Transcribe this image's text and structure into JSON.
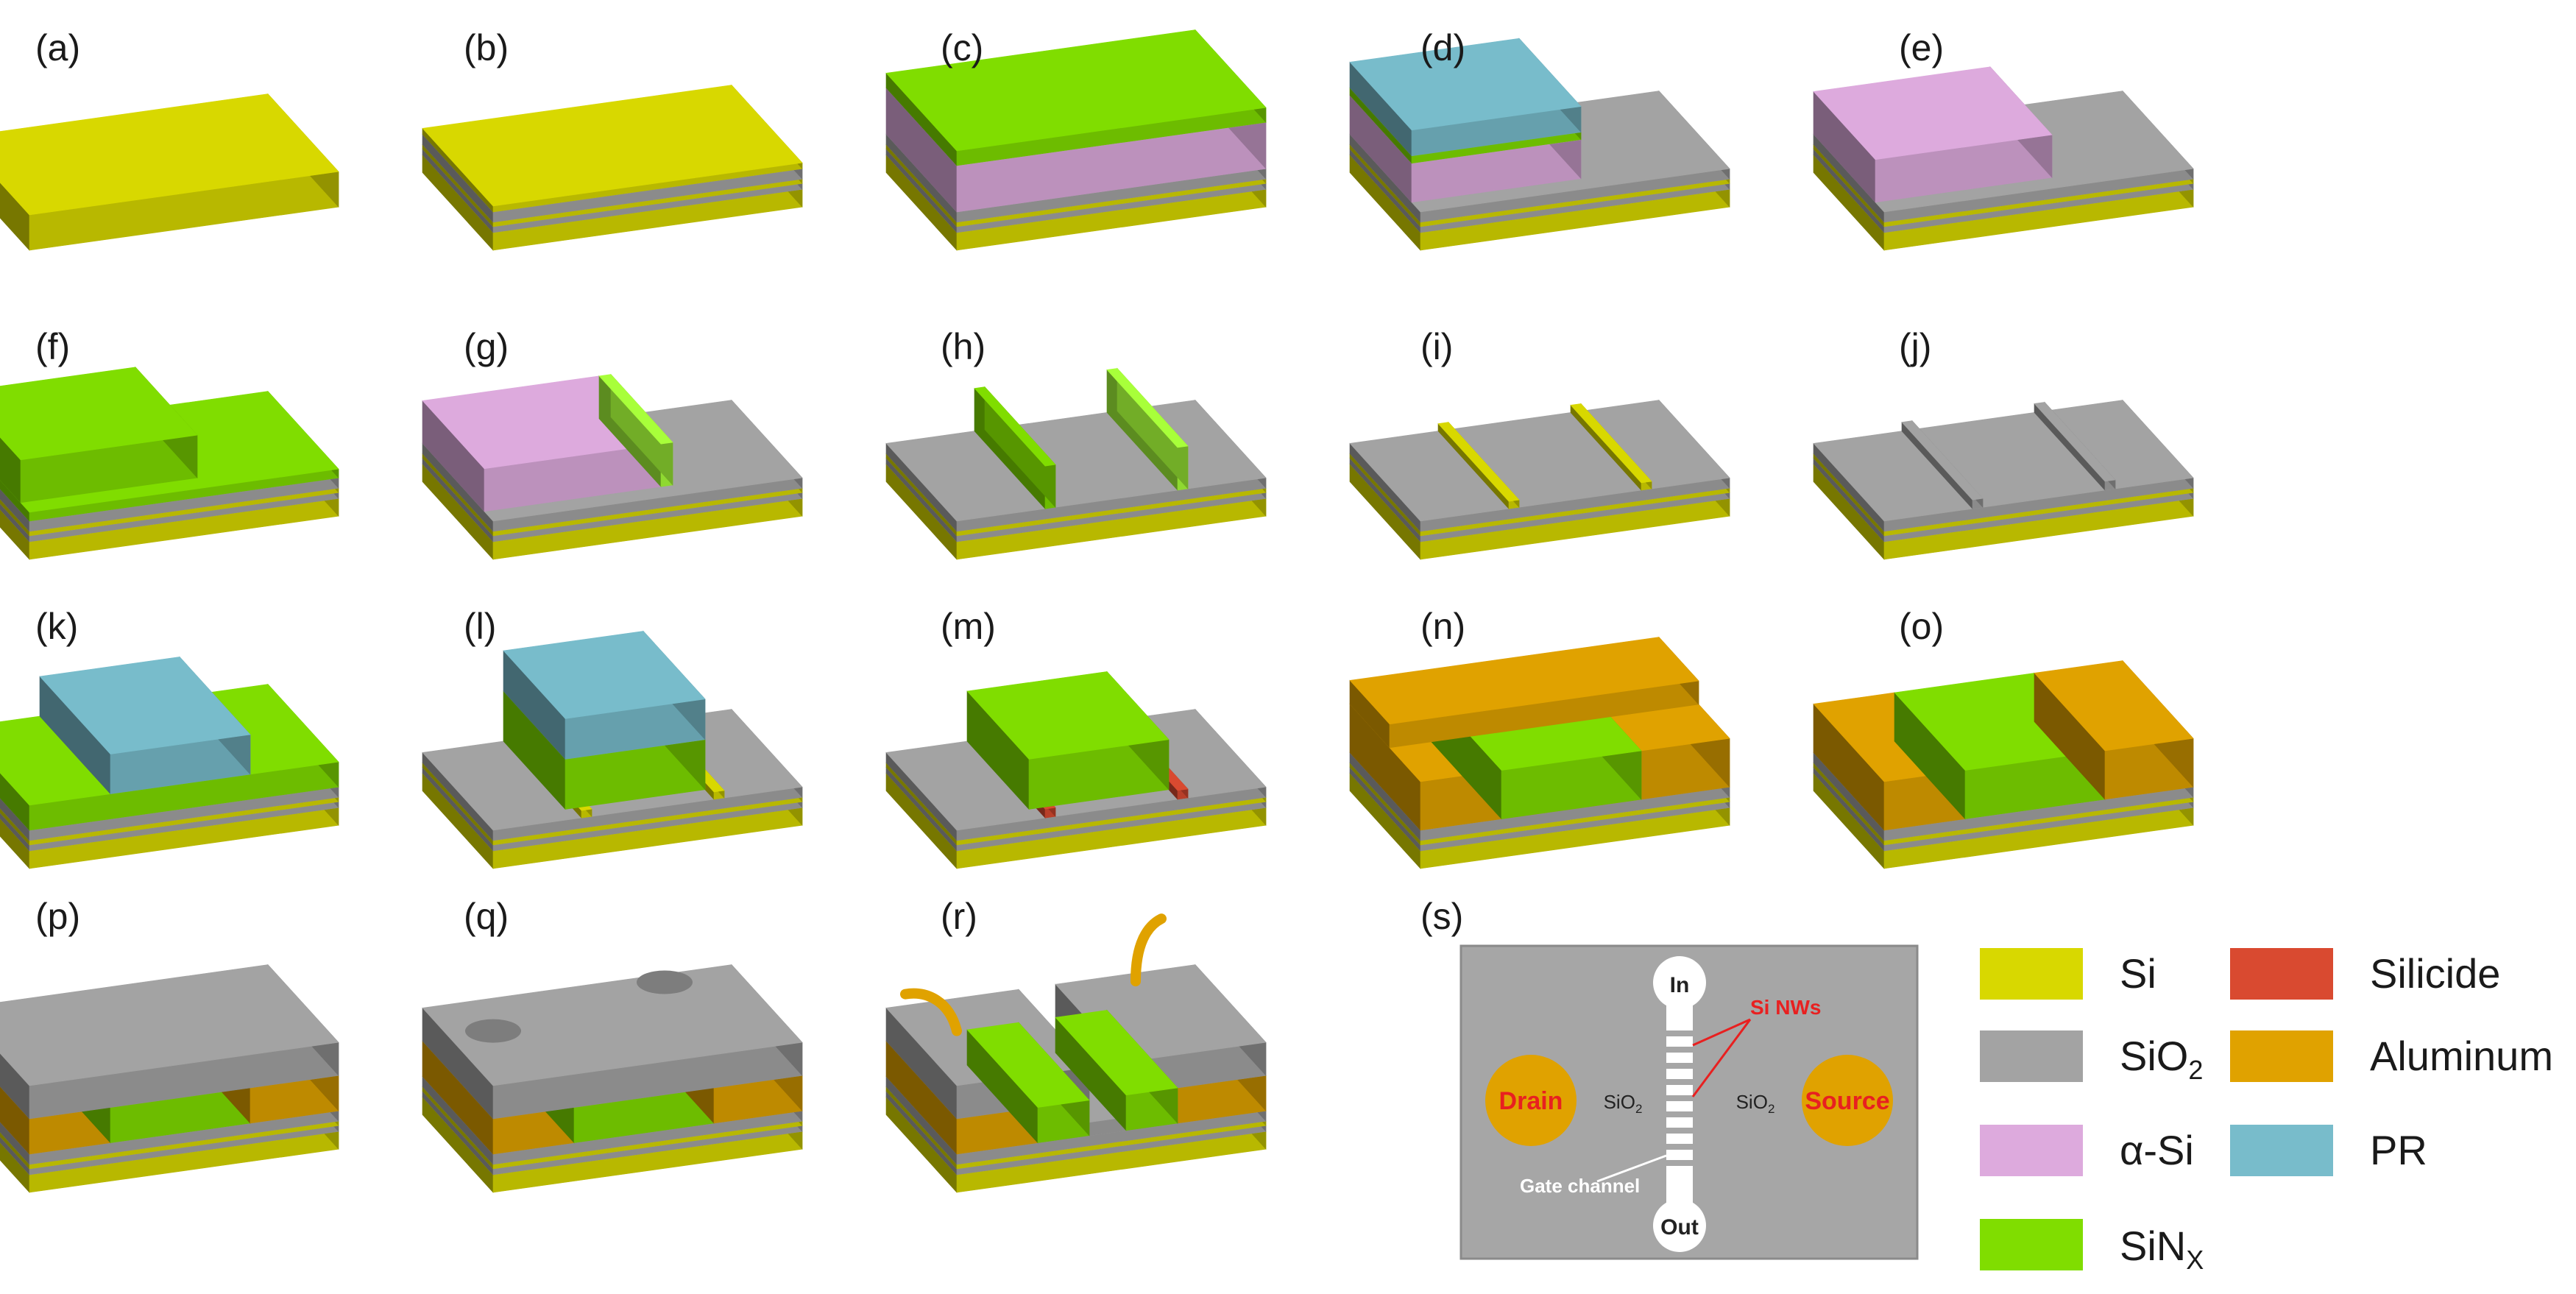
{
  "panel_labels": [
    "(a)",
    "(b)",
    "(c)",
    "(d)",
    "(e)",
    "(f)",
    "(g)",
    "(h)",
    "(i)",
    "(j)",
    "(k)",
    "(l)",
    "(m)",
    "(n)",
    "(o)",
    "(p)",
    "(q)",
    "(r)",
    "(s)"
  ],
  "materials": {
    "si": {
      "label": "Si",
      "color": "#d8d800"
    },
    "sio2": {
      "label": "SiO",
      "sub": "2",
      "color": "#a3a3a3"
    },
    "asi": {
      "label": "α-Si",
      "color": "#ddaadd"
    },
    "sinx": {
      "label": "SiN",
      "sub": "X",
      "color": "#80dd00"
    },
    "silicide": {
      "label": "Silicide",
      "color": "#d94a30"
    },
    "aluminum": {
      "label": "Aluminum",
      "color": "#e0a200"
    },
    "pr": {
      "label": "PR",
      "color": "#78bccb"
    }
  },
  "panel_s": {
    "in": "In",
    "out": "Out",
    "drain": "Drain",
    "source": "Source",
    "sio2_left": "SiO",
    "sio2_right": "SiO",
    "sio2_sub": "2",
    "si_nws": "Si NWs",
    "gate_channel": "Gate channel"
  }
}
